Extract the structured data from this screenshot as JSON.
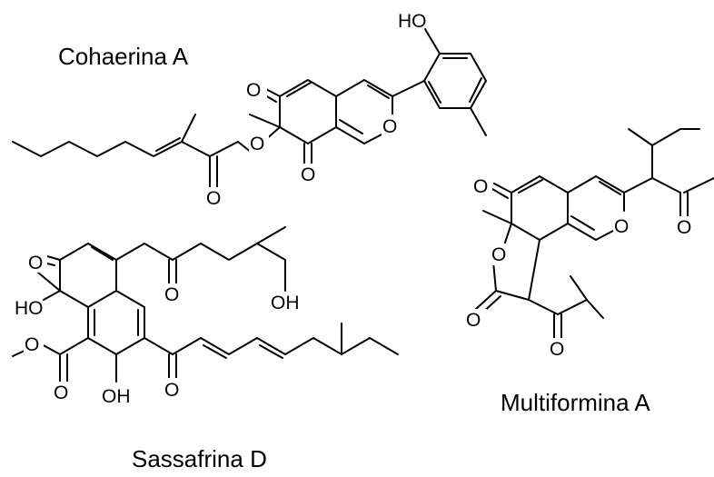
{
  "compounds": {
    "cohaerina": {
      "name": "Cohaerina A"
    },
    "multiformina": {
      "name": "Multiformina A"
    },
    "sassafrina": {
      "name": "Sassafrina D"
    }
  },
  "atoms": {
    "oxygen": "O",
    "hydroxyl": "HO",
    "hydroxyl_right": "OH"
  }
}
